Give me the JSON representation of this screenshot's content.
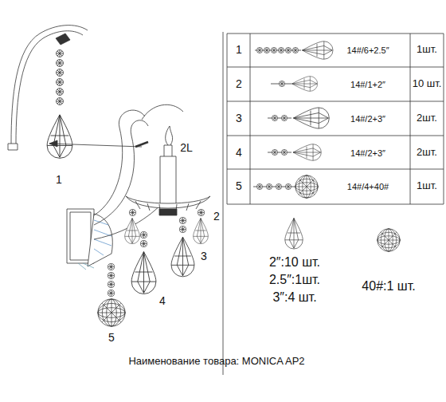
{
  "diagram": {
    "caption": "Наименование товара: MONICA AP2",
    "labels": [
      "1",
      "2L",
      "2",
      "3",
      "4",
      "5",
      "1",
      "14#/6+2.5″",
      "1шт.",
      "2",
      "14#/1+2″",
      "10 шт.",
      "3",
      "14#/2+3″",
      "2шт.",
      "4",
      "14#/2+3″",
      "2шт.",
      "5",
      "14#/4+40#",
      "1шт.",
      "2″:10 шт.",
      "2.5″:1шт.",
      "3″:4 шт.",
      "40#:1 шт."
    ]
  }
}
